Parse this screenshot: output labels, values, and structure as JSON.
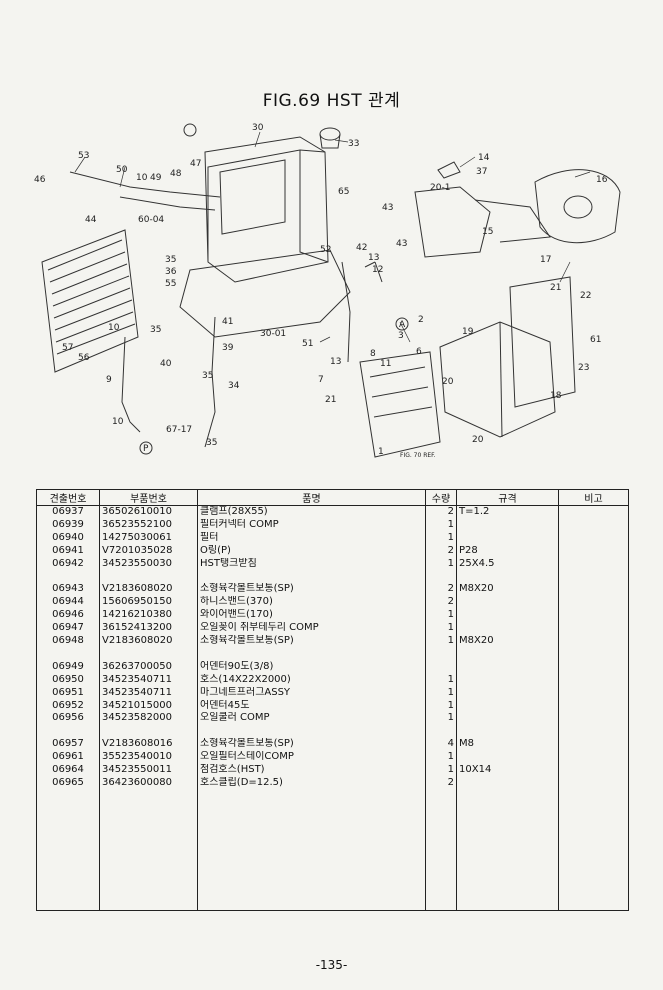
{
  "title": "FIG.69 HST 관계",
  "diagram": {
    "callouts": [
      "53",
      "46",
      "50",
      "10",
      "49",
      "44",
      "60-04",
      "47",
      "48",
      "30",
      "33",
      "65",
      "14",
      "37",
      "20-1",
      "16",
      "15",
      "17",
      "43",
      "42",
      "13",
      "52",
      "12",
      "43",
      "35",
      "36",
      "55",
      "10",
      "57",
      "56",
      "35",
      "41",
      "39",
      "30-01",
      "51",
      "40",
      "9",
      "35",
      "34",
      "10",
      "67-17",
      "35",
      "21",
      "22",
      "61",
      "2",
      "19",
      "3",
      "6",
      "23",
      "20",
      "18",
      "20",
      "13",
      "8",
      "11",
      "7",
      "1",
      "21"
    ],
    "circle_labels": [
      "P",
      "A"
    ],
    "caption": "FIG. 70 REF."
  },
  "table": {
    "headers": [
      "견출번호",
      "부품번호",
      "품명",
      "수량",
      "규격",
      "비고"
    ],
    "groups": [
      [
        {
          "no": "06937",
          "part": "36502610010",
          "name": "클램프(28X55)",
          "qty": "2",
          "spec": "T=1.2",
          "note": ""
        },
        {
          "no": "06939",
          "part": "36523552100",
          "name": "필터커넥터 COMP",
          "qty": "1",
          "spec": "",
          "note": ""
        },
        {
          "no": "06940",
          "part": "14275030061",
          "name": "필터",
          "qty": "1",
          "spec": "",
          "note": ""
        },
        {
          "no": "06941",
          "part": "V7201035028",
          "name": "O링(P)",
          "qty": "2",
          "spec": "P28",
          "note": ""
        },
        {
          "no": "06942",
          "part": "34523550030",
          "name": "HST탱크받침",
          "qty": "1",
          "spec": "25X4.5",
          "note": ""
        }
      ],
      [
        {
          "no": "06943",
          "part": "V2183608020",
          "name": "소형육각볼트보통(SP)",
          "qty": "2",
          "spec": "M8X20",
          "note": ""
        },
        {
          "no": "06944",
          "part": "15606950150",
          "name": "하니스밴드(370)",
          "qty": "2",
          "spec": "",
          "note": ""
        },
        {
          "no": "06946",
          "part": "14216210380",
          "name": "와이어밴드(170)",
          "qty": "1",
          "spec": "",
          "note": ""
        },
        {
          "no": "06947",
          "part": "36152413200",
          "name": "오일꽂이 취부테두리 COMP",
          "qty": "1",
          "spec": "",
          "note": ""
        },
        {
          "no": "06948",
          "part": "V2183608020",
          "name": "소형육각볼트보통(SP)",
          "qty": "1",
          "spec": "M8X20",
          "note": ""
        }
      ],
      [
        {
          "no": "06949",
          "part": "36263700050",
          "name": "어덴터90도(3/8)",
          "qty": "",
          "spec": "",
          "note": ""
        },
        {
          "no": "06950",
          "part": "34523540711",
          "name": "호스(14X22X2000)",
          "qty": "1",
          "spec": "",
          "note": ""
        },
        {
          "no": "06951",
          "part": "34523540711",
          "name": "마그네트프러그ASSY",
          "qty": "1",
          "spec": "",
          "note": ""
        },
        {
          "no": "06952",
          "part": "34521015000",
          "name": "어덴터45도",
          "qty": "1",
          "spec": "",
          "note": ""
        },
        {
          "no": "06956",
          "part": "34523582000",
          "name": "오일쿨러 COMP",
          "qty": "1",
          "spec": "",
          "note": ""
        }
      ],
      [
        {
          "no": "06957",
          "part": "V2183608016",
          "name": "소형육각볼트보통(SP)",
          "qty": "4",
          "spec": "M8",
          "note": ""
        },
        {
          "no": "06961",
          "part": "35523540010",
          "name": "오일필터스테이COMP",
          "qty": "1",
          "spec": "",
          "note": ""
        },
        {
          "no": "06964",
          "part": "34523550011",
          "name": "점검호스(HST)",
          "qty": "1",
          "spec": "10X14",
          "note": ""
        },
        {
          "no": "06965",
          "part": "36423600080",
          "name": "호스클립(D=12.5)",
          "qty": "2",
          "spec": "",
          "note": ""
        }
      ]
    ]
  },
  "page_number": "-135-"
}
